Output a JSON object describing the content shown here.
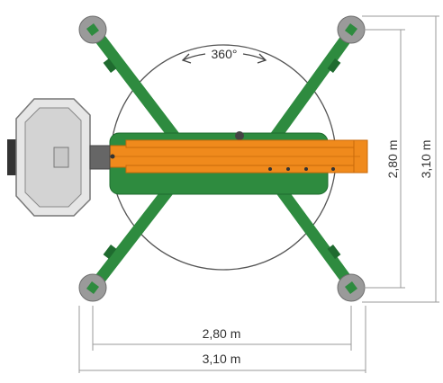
{
  "rotation": {
    "label": "360°"
  },
  "dimensions": {
    "inner_width": "2,80 m",
    "outer_width": "3,10 m",
    "inner_height": "2,80 m",
    "outer_height": "3,10 m"
  },
  "colors": {
    "chassis_green": "#2e8b3f",
    "chassis_green_dark": "#1f6b2f",
    "boom_orange": "#f08a1c",
    "boom_orange_dark": "#c96a0a",
    "basket_gray": "#e6e6e6",
    "pad_gray": "#9a9a9a",
    "line_gray": "#9a9a9a"
  }
}
